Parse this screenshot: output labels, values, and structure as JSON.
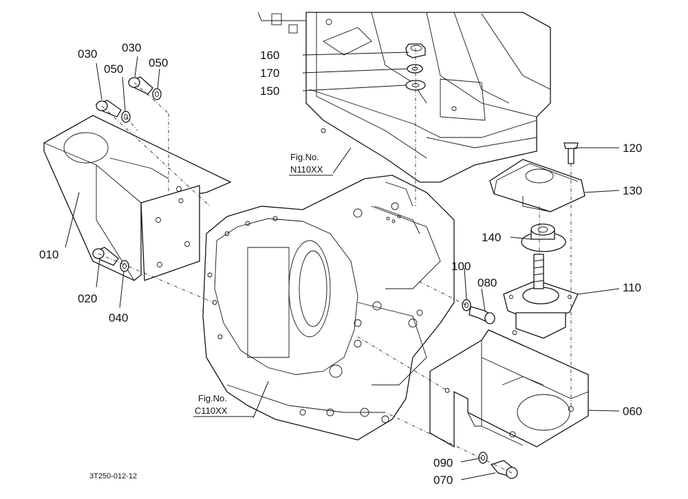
{
  "parts": [
    {
      "id": "p010",
      "number": "010"
    },
    {
      "id": "p020",
      "number": "020"
    },
    {
      "id": "p030a",
      "number": "030"
    },
    {
      "id": "p030b",
      "number": "030"
    },
    {
      "id": "p040",
      "number": "040"
    },
    {
      "id": "p050a",
      "number": "050"
    },
    {
      "id": "p050b",
      "number": "050"
    },
    {
      "id": "p060",
      "number": "060"
    },
    {
      "id": "p070",
      "number": "070"
    },
    {
      "id": "p080",
      "number": "080"
    },
    {
      "id": "p090",
      "number": "090"
    },
    {
      "id": "p100",
      "number": "100"
    },
    {
      "id": "p110",
      "number": "110"
    },
    {
      "id": "p120",
      "number": "120"
    },
    {
      "id": "p130",
      "number": "130"
    },
    {
      "id": "p140",
      "number": "140"
    },
    {
      "id": "p150",
      "number": "150"
    },
    {
      "id": "p160",
      "number": "160"
    },
    {
      "id": "p170",
      "number": "170"
    }
  ],
  "figure_refs": {
    "upper": {
      "prefix": "Fig.No.",
      "code": "N110XX"
    },
    "lower": {
      "prefix": "Fig.No.",
      "code": "C110XX"
    }
  },
  "drawing_code": "3T250-012-12"
}
